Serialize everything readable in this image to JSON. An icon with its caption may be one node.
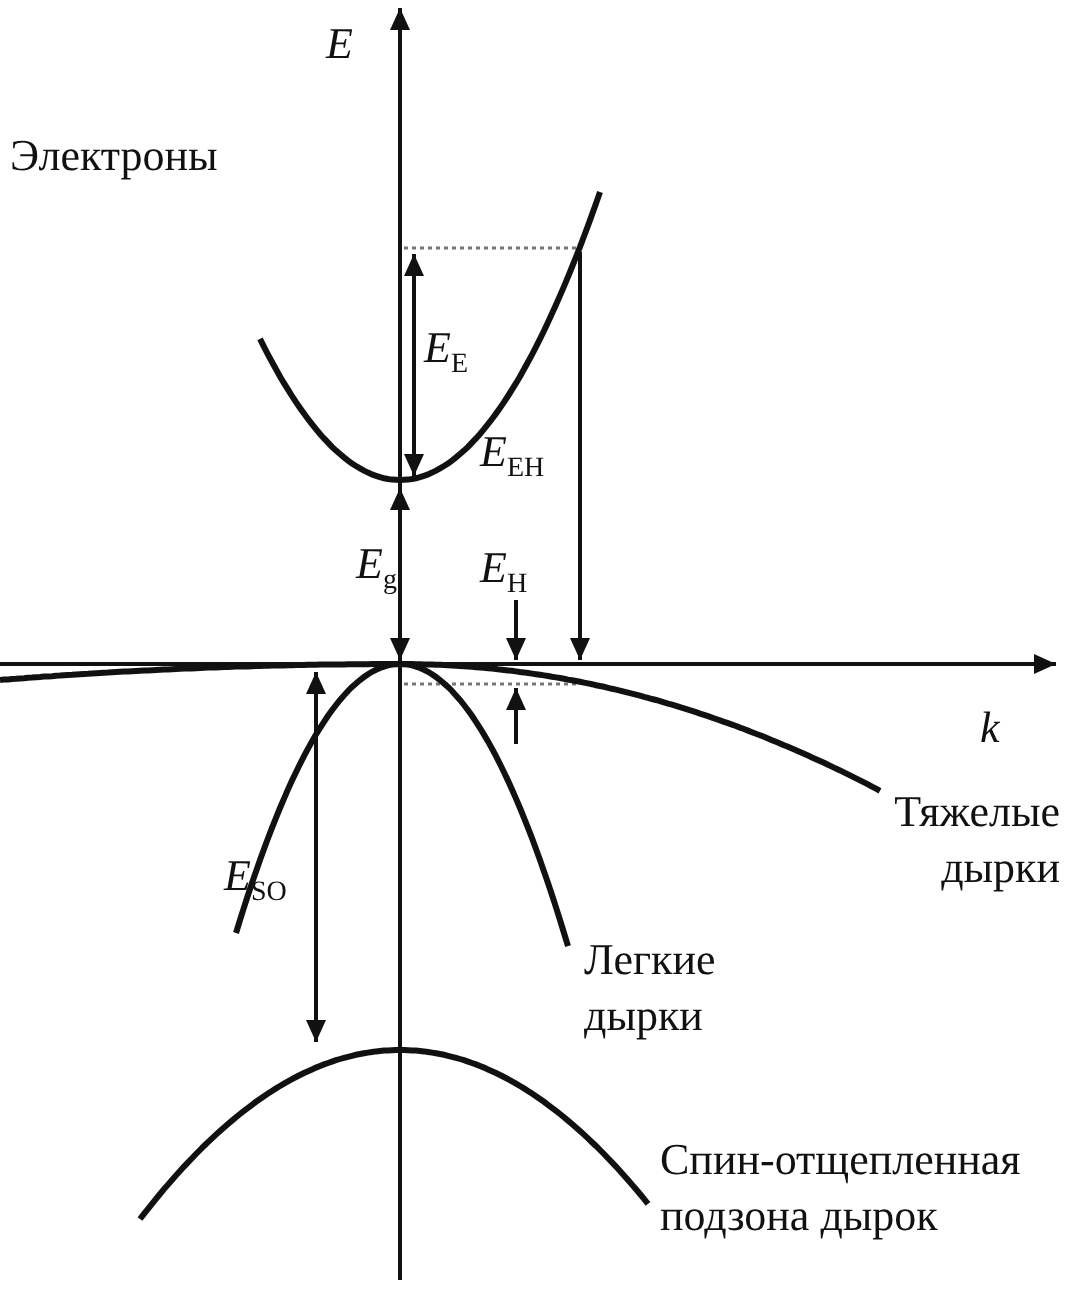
{
  "diagram": {
    "labels": [
      "E",
      "Электроны",
      "*E*$_{E}$",
      "*E*$_{EH}$",
      "*E*$_{g}$",
      "*E*$_{H}$",
      "k",
      "Тяжелые дырки",
      "*E*$_{SO}$",
      "Легкие дырки",
      "Спин-отщепленная подзона дырок"
    ]
  }
}
